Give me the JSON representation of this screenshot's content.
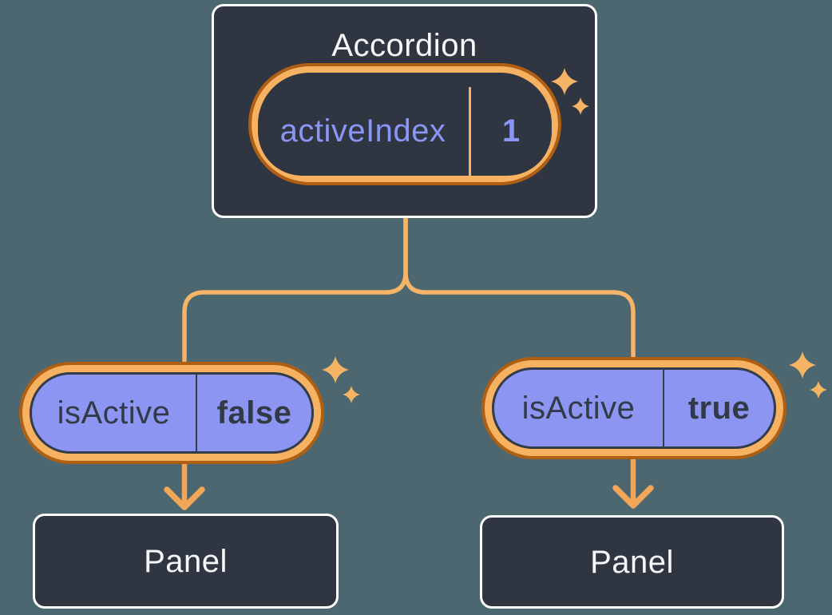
{
  "accordion": {
    "title": "Accordion",
    "state_name": "activeIndex",
    "state_value": "1"
  },
  "left_child": {
    "prop_name": "isActive",
    "prop_value": "false",
    "panel_label": "Panel"
  },
  "right_child": {
    "prop_name": "isActive",
    "prop_value": "true",
    "panel_label": "Panel"
  },
  "colors": {
    "background": "#4D6770",
    "card_fill": "#2F3541",
    "card_border": "#FFFFFF",
    "card_text": "#F6F7F9",
    "pill_purple": "#8C95F2",
    "pill_dark_outline": "#353C49",
    "text_on_purple": "#333A47",
    "state_text_purple": "#8A96F5",
    "ring_dark_orange": "#B05E11",
    "ring_light_orange": "#F6B161",
    "connector_orange": "#F6B468",
    "arrow_orange": "#F2A658",
    "sparkle_orange": "#F5B364"
  }
}
